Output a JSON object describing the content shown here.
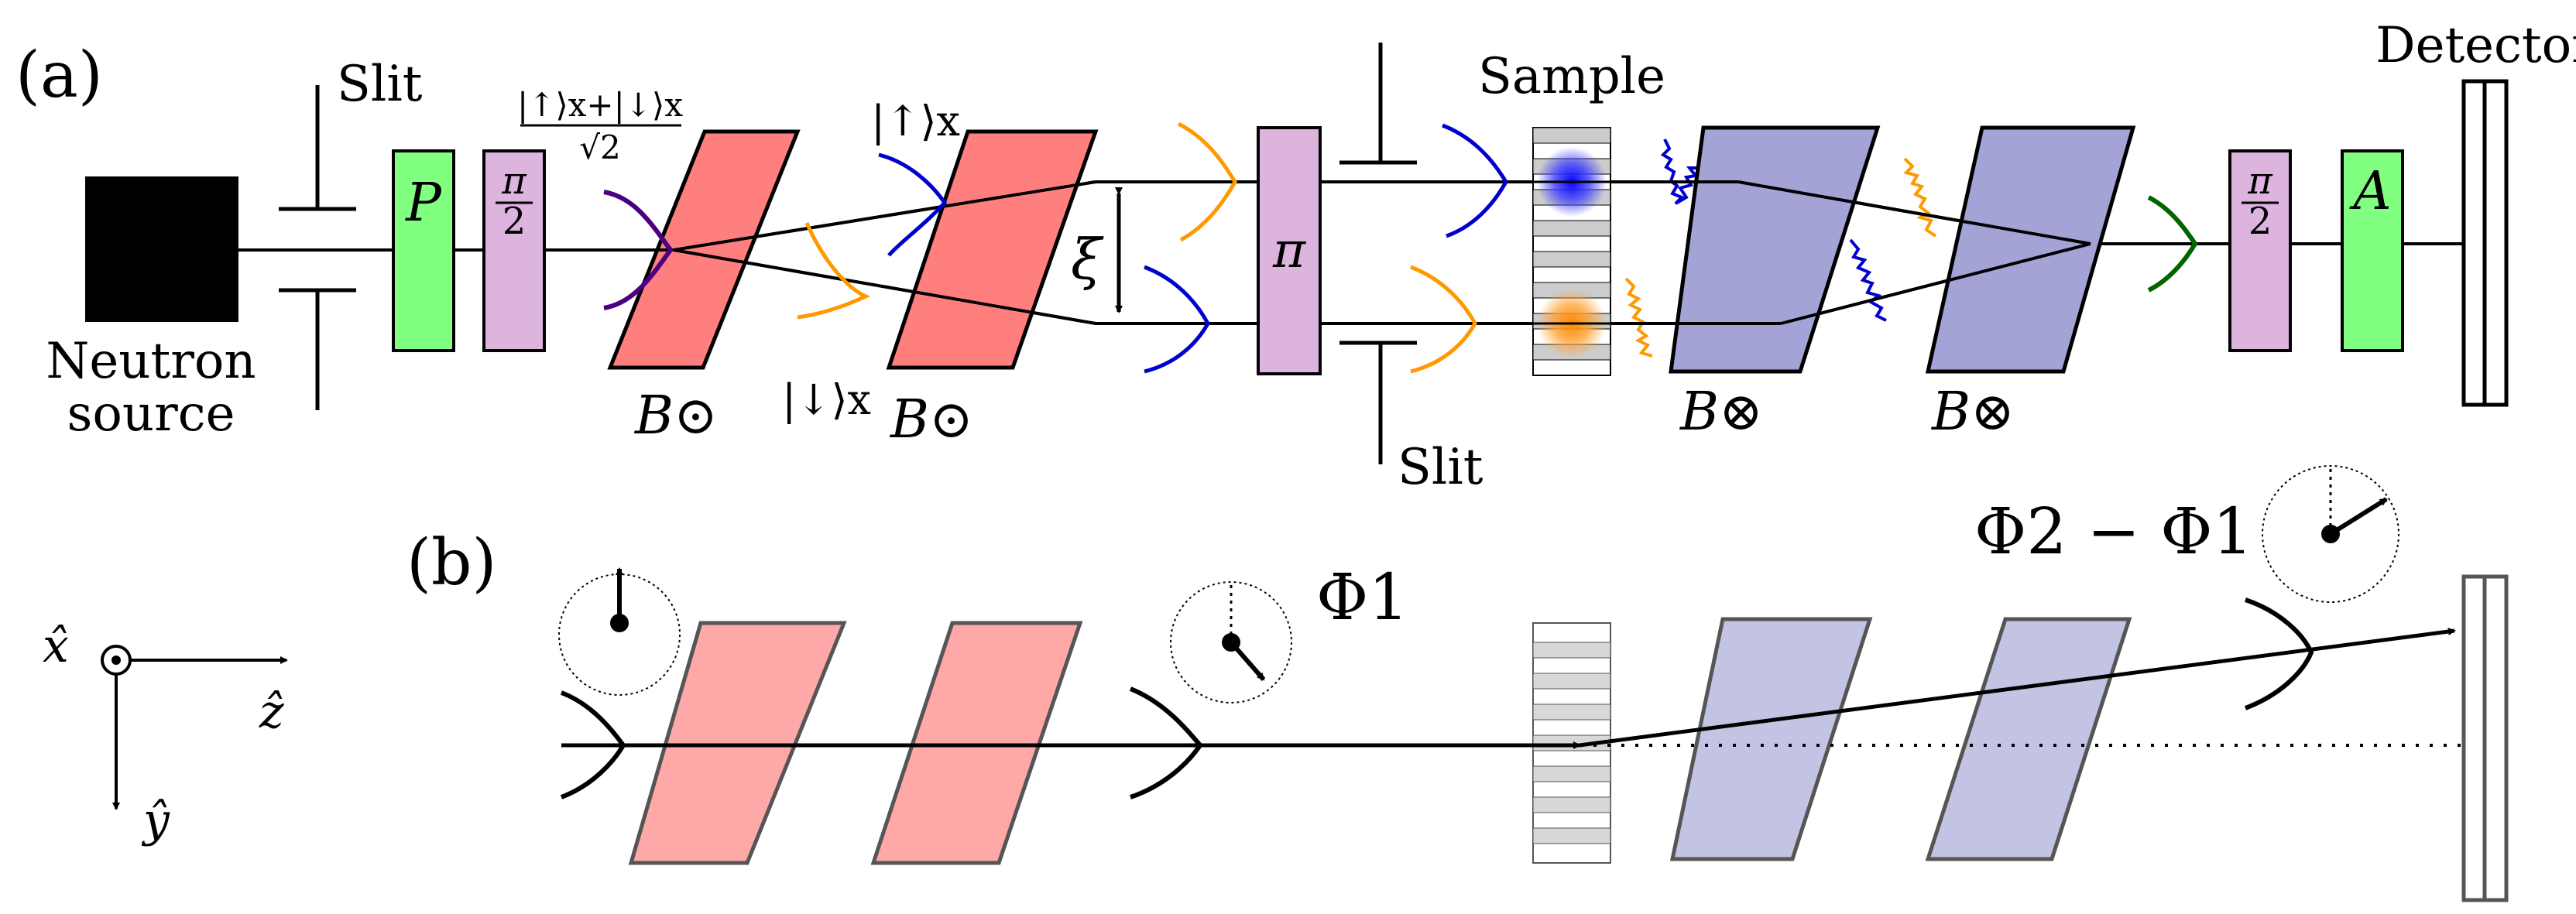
{
  "panels": {
    "a": "(a)",
    "b": "(b)"
  },
  "labels": {
    "slit_top": "Slit",
    "slit_bottom": "Slit",
    "neutron_line1": "Neutron",
    "neutron_line2": "source",
    "polarizer": "P",
    "pi_half_num": "π",
    "pi_half_den": "2",
    "pi": "π",
    "analyzer": "A",
    "detector": "Detector",
    "sample": "Sample",
    "xi": "ξ",
    "superposition_num": "|↑⟩x+|↓⟩x",
    "superposition_den": "√2",
    "spin_up": "|↑⟩x",
    "spin_down": "|↓⟩x",
    "b_odot": "B⊙",
    "b_otimes": "B⊗",
    "phi1": "Φ1",
    "phi_diff": "Φ2 − Φ1",
    "axis_x": "x̂",
    "axis_y": "ŷ",
    "axis_z": "ẑ"
  },
  "colors": {
    "red_grating": "#ff7f7f",
    "red_grating_light": "#ffa8a8",
    "blue_grating": "#a3a3d6",
    "blue_grating_light": "#c3c3e3",
    "polarizer_green": "#80ff80",
    "flipper_pink": "#ddb4dd",
    "spin_up_blue": "#0000b0",
    "spin_down_orange": "#ff9900",
    "superposition_purple": "#4b0082",
    "output_green": "#006400"
  }
}
